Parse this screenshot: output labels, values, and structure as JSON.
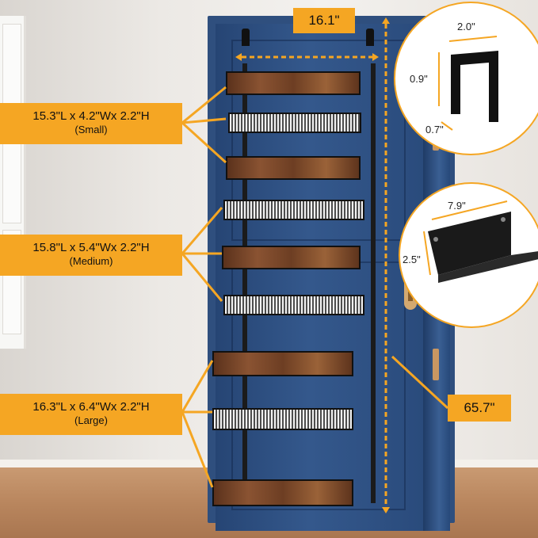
{
  "top_width": "16.1\"",
  "height": "65.7\"",
  "small": {
    "size": "15.3\"L x 4.2\"Wx 2.2\"H",
    "name": "(Small)"
  },
  "medium": {
    "size": "15.8\"L x 5.4\"Wx 2.2\"H",
    "name": "(Medium)"
  },
  "large": {
    "size": "16.3\"L x 6.4\"Wx 2.2\"H",
    "name": "(Large)"
  },
  "hook": {
    "width": "2.0\"",
    "height": "0.9\"",
    "depth": "0.7\""
  },
  "bracket": {
    "width": "7.9\"",
    "height": "2.5\""
  },
  "colors": {
    "accent": "#f5a623",
    "door": "#2f4f7e"
  }
}
